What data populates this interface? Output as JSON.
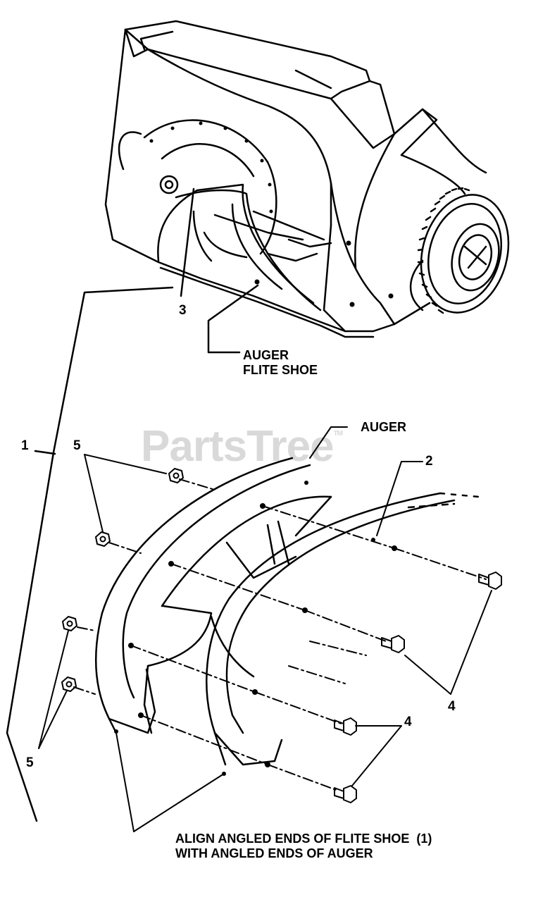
{
  "watermark": {
    "text": "PartsTree",
    "mark": "TM"
  },
  "callouts": {
    "c1": "1",
    "c2": "2",
    "c3": "3",
    "c4a": "4",
    "c4b": "4",
    "c5a": "5",
    "c5b": "5"
  },
  "labels": {
    "auger_flite_shoe_line1": "AUGER",
    "auger_flite_shoe_line2": "FLITE SHOE",
    "auger": "AUGER",
    "note_line1": "ALIGN ANGLED ENDS OF FLITE SHOE  (1)",
    "note_line2": "WITH ANGLED ENDS OF AUGER"
  },
  "colors": {
    "line": "#000000",
    "watermark": "#d9d9d9",
    "background": "#ffffff"
  }
}
